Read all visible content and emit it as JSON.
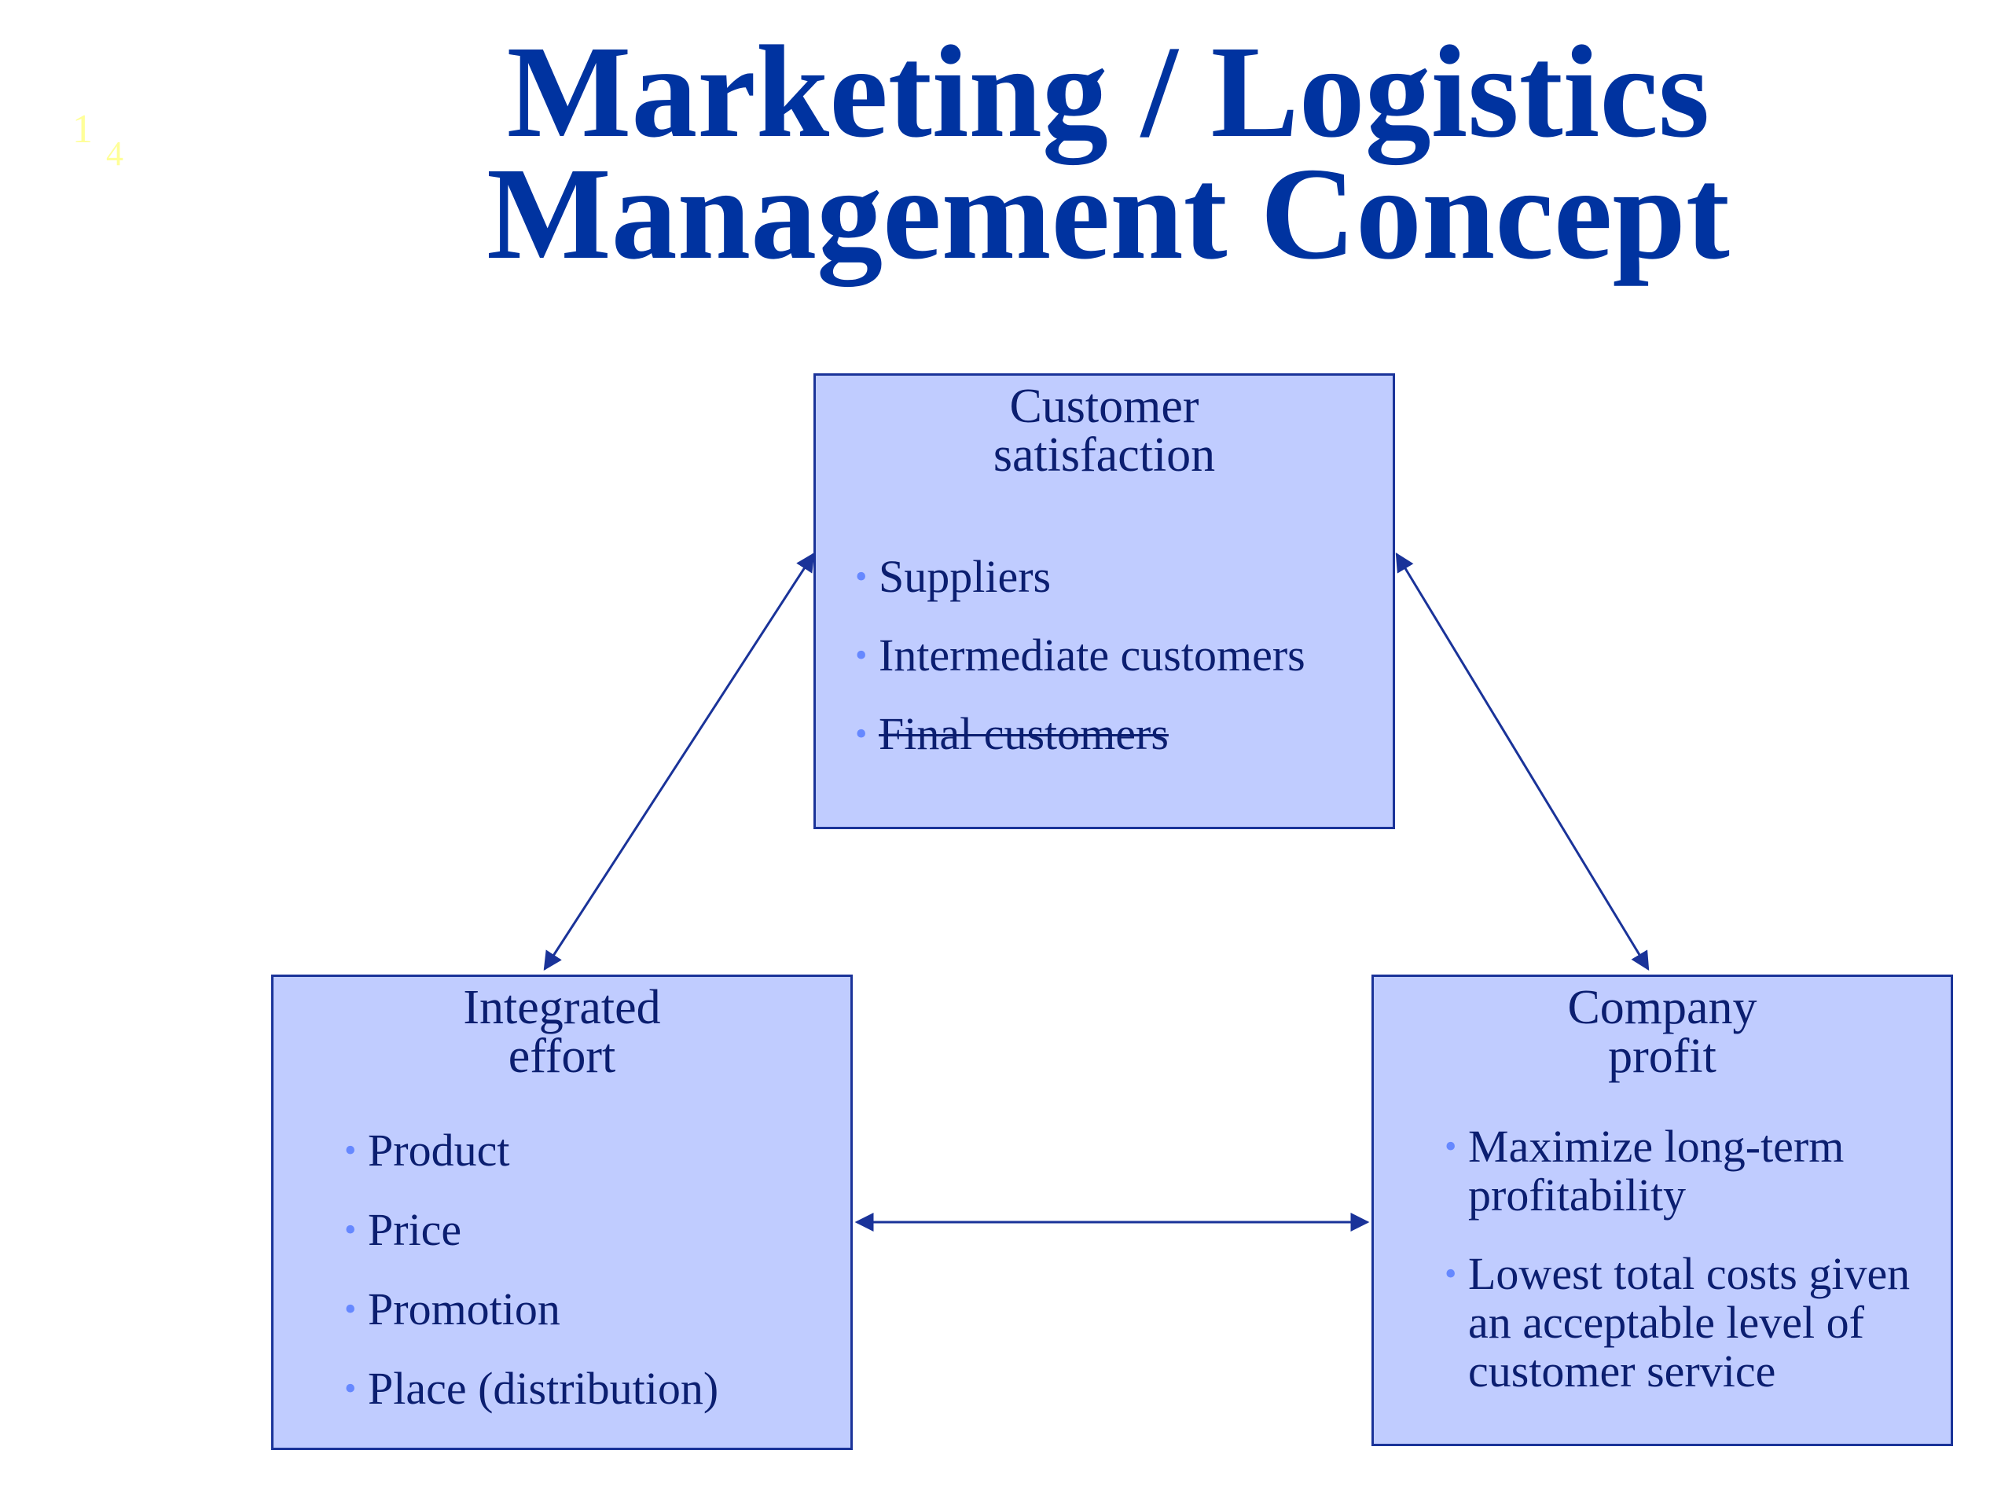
{
  "slide_marks": {
    "a": "1",
    "b": "4"
  },
  "title": {
    "line1": "Marketing / Logistics",
    "line2": "Management Concept"
  },
  "boxes": {
    "top": {
      "heading_line1": "Customer",
      "heading_line2": "satisfaction",
      "items": [
        "Suppliers",
        "Intermediate customers",
        "Final customers"
      ]
    },
    "left": {
      "heading_line1": "Integrated",
      "heading_line2": "effort",
      "items": [
        "Product",
        "Price",
        "Promotion",
        "Place (distribution)"
      ]
    },
    "right": {
      "heading_line1": "Company",
      "heading_line2": "profit",
      "items": [
        "Maximize long-term profitability",
        "Lowest total costs given an acceptable level of customer service"
      ]
    }
  },
  "colors": {
    "title": "#0033a0",
    "box_fill": "#c0ccff",
    "box_border": "#1a3399",
    "text": "#0b1e70",
    "bullet": "#6688ff",
    "slide_mark": "#ffff99"
  }
}
